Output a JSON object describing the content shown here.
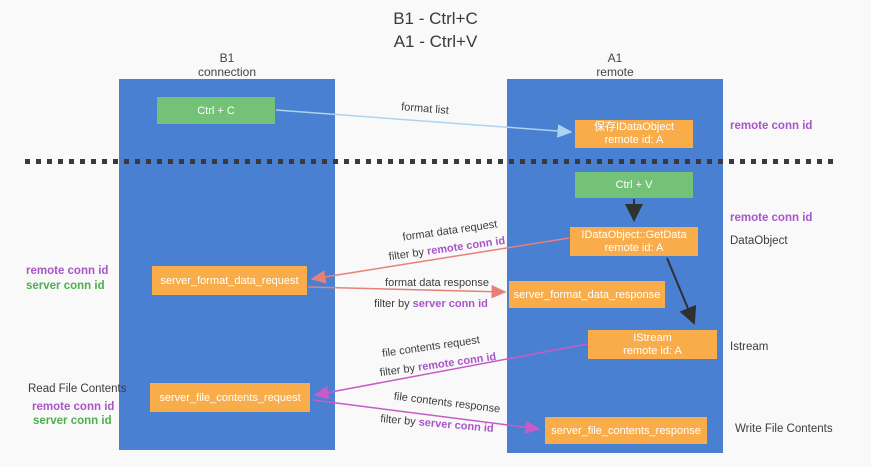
{
  "title": {
    "line1": "B1 - Ctrl+C",
    "line2": "A1 - Ctrl+V"
  },
  "lanes": {
    "b1": {
      "name": "B1",
      "subtitle": "connection"
    },
    "a1": {
      "name": "A1",
      "subtitle": "remote"
    }
  },
  "nodes": {
    "ctrl_c": {
      "label": "Ctrl + C"
    },
    "save_idataobject": {
      "line1": "保存IDataObject",
      "line2": "remote id: A"
    },
    "ctrl_v": {
      "label": "Ctrl + V"
    },
    "getdata": {
      "line1": "IDataObject::GetData",
      "line2": "remote id: A"
    },
    "format_request": {
      "label": "server_format_data_request"
    },
    "format_response": {
      "label": "server_format_data_response"
    },
    "istream": {
      "line1": "IStream",
      "line2": "remote id: A"
    },
    "file_request": {
      "label": "server_file_contents_request"
    },
    "file_response": {
      "label": "server_file_contents_response"
    }
  },
  "flows": {
    "format_list": {
      "label": "format list"
    },
    "format_data_request": {
      "label": "format data request",
      "filter_prefix": "filter by ",
      "filter_key": "remote conn id"
    },
    "format_data_response": {
      "label": "format data response",
      "filter_prefix": "filter by ",
      "filter_key": "server conn id"
    },
    "file_contents_request": {
      "label": "file contents request",
      "filter_prefix": "filter by ",
      "filter_key": "remote conn id"
    },
    "file_contents_response": {
      "label": "file contents response",
      "filter_prefix": "filter by ",
      "filter_key": "server conn id"
    }
  },
  "annotations": {
    "right_remote_conn_id_top": "remote conn id",
    "right_remote_conn_id_mid": "remote conn id",
    "right_dataobject": "DataObject",
    "right_istream": "Istream",
    "right_write_file_contents": "Write File Contents",
    "left_remote_conn_id_1": "remote conn id",
    "left_server_conn_id_1": "server conn id",
    "left_read_file_contents": "Read File Contents",
    "left_remote_conn_id_2": "remote conn id",
    "left_server_conn_id_2": "server conn id"
  },
  "colors": {
    "lane_blue": "#4a80d2",
    "action_green": "#74c277",
    "message_orange": "#f9ad4a",
    "remote_conn_purple": "#a855c8",
    "server_conn_green": "#4caf50",
    "request_arrow_red": "#e8807a",
    "file_arrow_magenta": "#c85bc8",
    "format_list_arrow_blue": "#aad4f0",
    "dashed_divider": "#3a3a3a"
  }
}
